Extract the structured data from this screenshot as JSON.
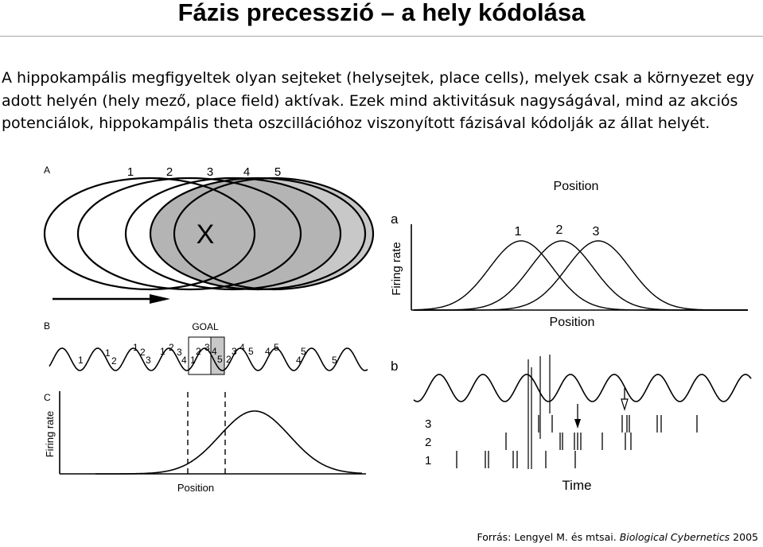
{
  "title": "Fázis precesszió – a hely kódolása",
  "body_lines": [
    "A hippokampális megfigyeltek olyan sejteket (helysejtek, place cells), melyek csak a környezet egy",
    "adott helyén (hely mező, place field) aktívak. Ezek mind aktivitásuk nagyságával, mind az akciós",
    "potenciálok, hippokampális theta oszcillációhoz viszonyított fázisával kódolják az állat helyét."
  ],
  "figure": {
    "panel_A": {
      "label": "A",
      "field_numbers": [
        "1",
        "2",
        "3",
        "4",
        "5"
      ],
      "marker": "X"
    },
    "panel_B": {
      "label": "B",
      "goal_label": "GOAL",
      "wave_labels": [
        "1",
        "1",
        "2",
        "1",
        "2",
        "3",
        "1",
        "2",
        "3",
        "4",
        "1",
        "2",
        "3",
        "4",
        "5",
        "2",
        "3",
        "4",
        "5",
        "4",
        "5",
        "4",
        "5",
        "5"
      ]
    },
    "panel_C": {
      "label": "C",
      "ylabel": "Firing rate",
      "xlabel": "Position"
    },
    "panel_a": {
      "label": "a",
      "top_label": "Position",
      "ylabel": "Firing rate",
      "xlabel": "Position",
      "curve_labels": [
        "1",
        "2",
        "3"
      ]
    },
    "panel_b": {
      "label": "b",
      "row_labels": [
        "3",
        "2",
        "1"
      ],
      "xlabel": "Time"
    }
  },
  "footer": {
    "prefix": "Forrás: Lengyel M. és mtsai. ",
    "journal": "Biological Cybernetics",
    "year": " 2005"
  }
}
